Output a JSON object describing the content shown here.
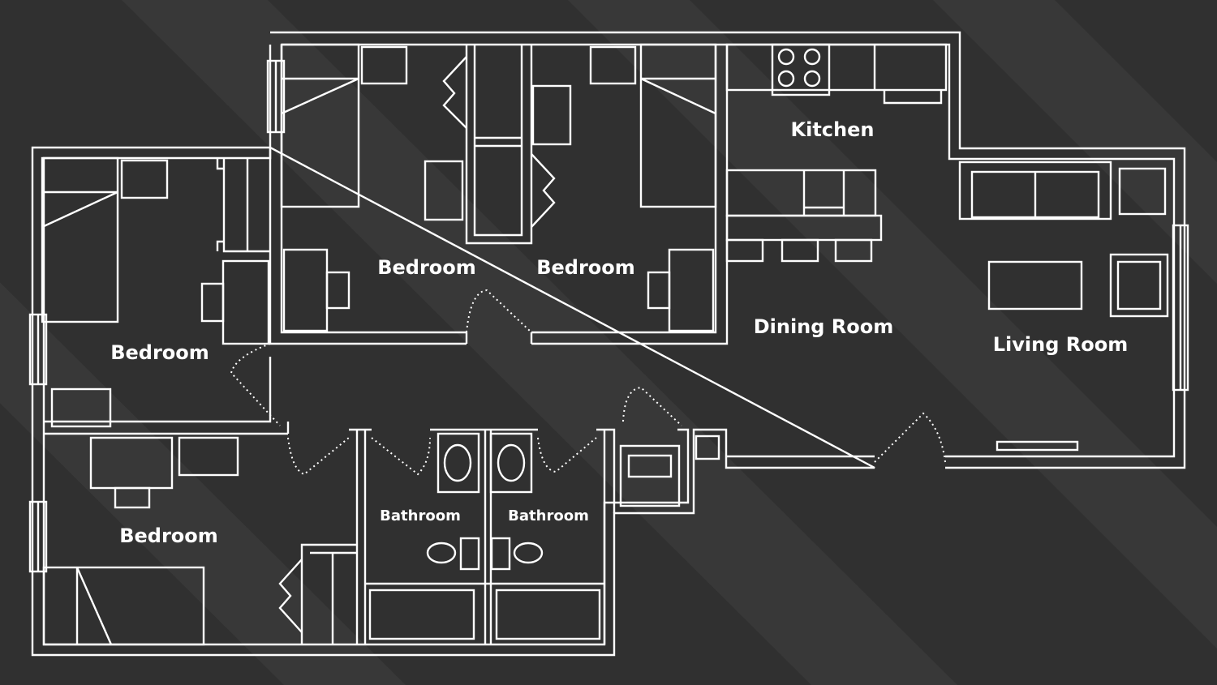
{
  "colors": {
    "background": "#303030",
    "stripe": "#383838",
    "lines": "#ffffff"
  },
  "rooms": {
    "kitchen": "Kitchen",
    "dining": "Dining Room",
    "living": "Living Room",
    "bedroom_top_left": "Bedroom",
    "bedroom_top_right": "Bedroom",
    "bedroom_left": "Bedroom",
    "bedroom_bottom": "Bedroom",
    "bathroom_left": "Bathroom",
    "bathroom_right": "Bathroom"
  }
}
